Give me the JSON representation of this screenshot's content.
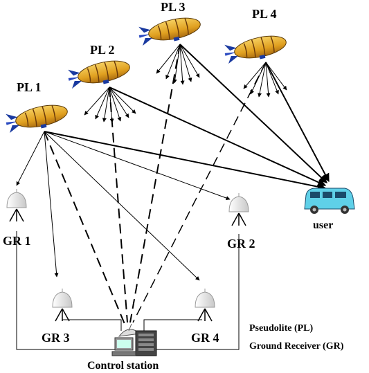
{
  "pseudolites": [
    {
      "label": "PL 1"
    },
    {
      "label": "PL 2"
    },
    {
      "label": "PL 3"
    },
    {
      "label": "PL 4"
    }
  ],
  "receivers": [
    {
      "label": "GR 1"
    },
    {
      "label": "GR 2"
    },
    {
      "label": "GR 3"
    },
    {
      "label": "GR 4"
    }
  ],
  "user_label": "user",
  "station_label": "Control station",
  "legend": {
    "pseudolite": "Pseudolite (PL)",
    "receiver": "Ground Receiver (GR)"
  },
  "colors": {
    "blimp_body": "#e0a020",
    "blimp_stripe": "#6a3a0a",
    "blimp_fin": "#1a3aa0",
    "receiver_dome": "#f2f2f2",
    "van": "#5fd0e8",
    "line": "#000000"
  }
}
